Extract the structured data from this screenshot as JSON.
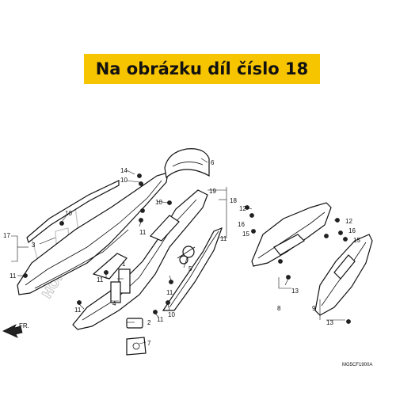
{
  "banner": {
    "text": "Na obrázku díl číslo 18",
    "color": "#f7c400"
  },
  "diagram": {
    "code": "MG5CF1900A",
    "direction_label": "FR.",
    "watermark": "HONDA",
    "callouts": [
      "1",
      "2",
      "3",
      "4",
      "5",
      "6",
      "7",
      "8",
      "9",
      "10",
      "11",
      "12",
      "13",
      "14",
      "15",
      "16",
      "17",
      "18",
      "19"
    ]
  }
}
